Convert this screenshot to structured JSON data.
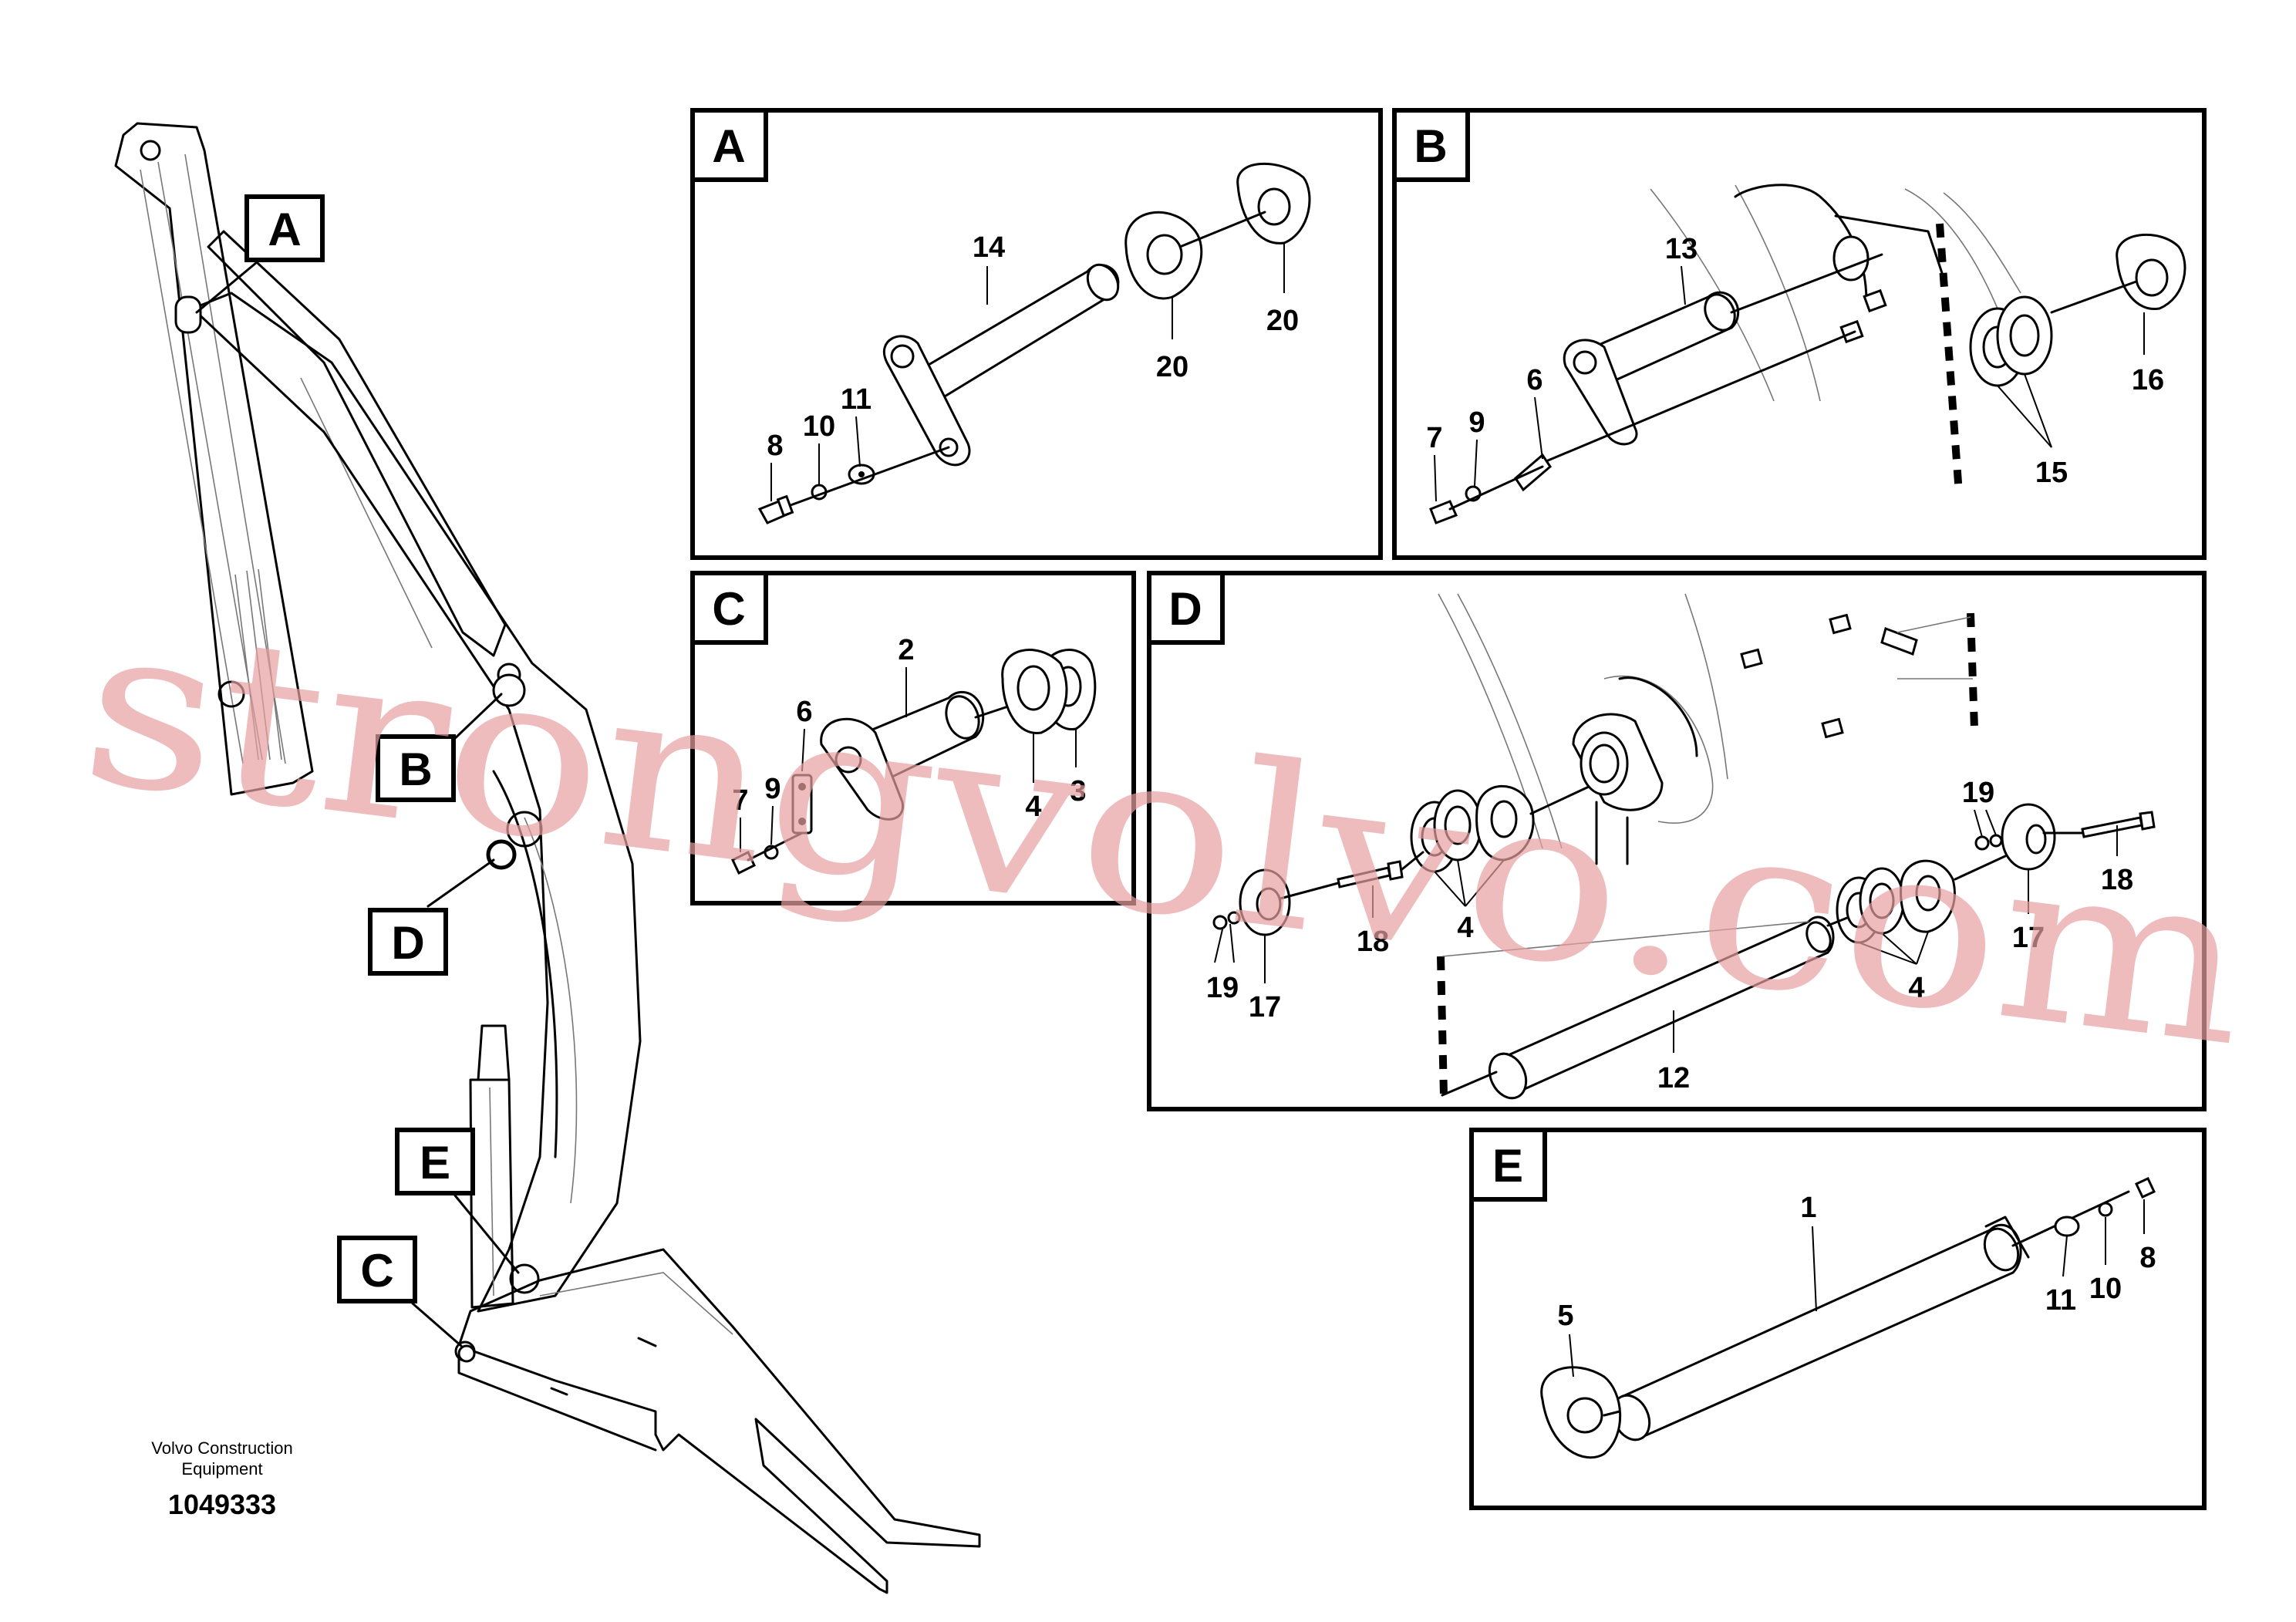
{
  "detail_tags": {
    "a": "A",
    "b": "B",
    "c": "C",
    "d": "D",
    "e": "E"
  },
  "panel_a": {
    "p14": "14",
    "p20a": "20",
    "p20b": "20",
    "p8": "8",
    "p10": "10",
    "p11": "11"
  },
  "panel_b": {
    "p13": "13",
    "p6": "6",
    "p7": "7",
    "p9": "9",
    "p15": "15",
    "p16": "16"
  },
  "panel_c": {
    "p2": "2",
    "p6": "6",
    "p7": "7",
    "p9": "9",
    "p4": "4",
    "p3": "3"
  },
  "panel_d": {
    "p4a": "4",
    "p4b": "4",
    "p12": "12",
    "p17a": "17",
    "p17b": "17",
    "p18a": "18",
    "p18b": "18",
    "p19a": "19",
    "p19b": "19"
  },
  "panel_e": {
    "p1": "1",
    "p5": "5",
    "p8": "8",
    "p10": "10",
    "p11": "11"
  },
  "footer": {
    "company_line1": "Volvo Construction",
    "company_line2": "Equipment",
    "drawing_number": "1049333"
  },
  "watermark": "strongvolvo.com"
}
